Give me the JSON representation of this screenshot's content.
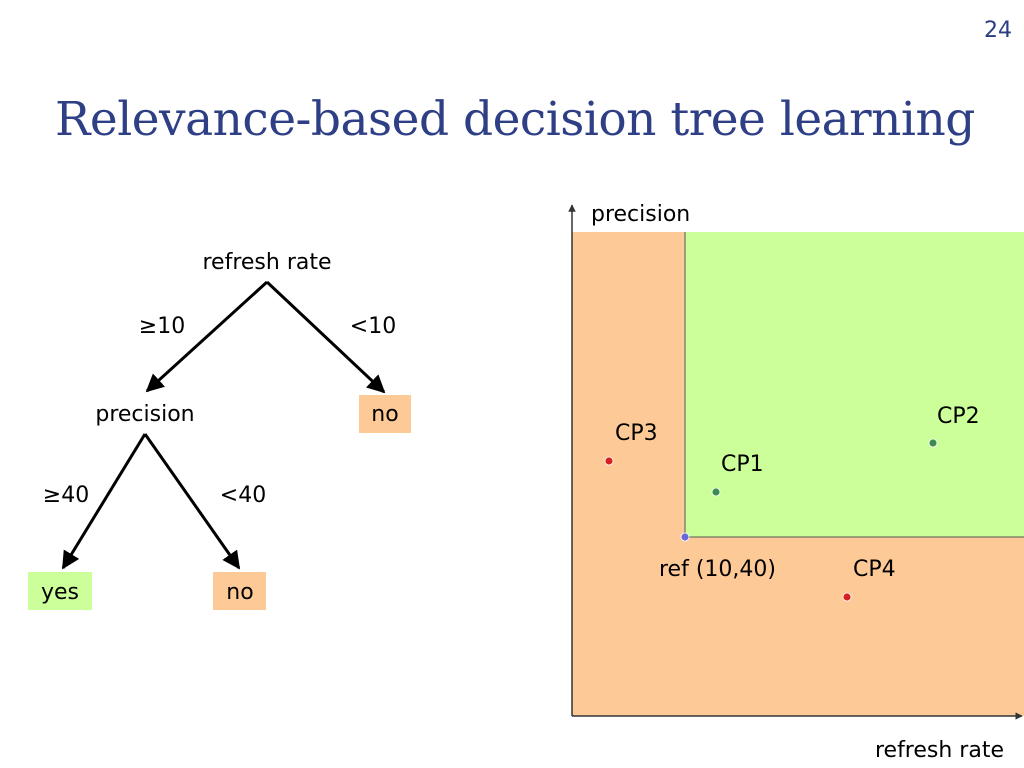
{
  "slide": {
    "number": "24",
    "title": "Relevance-based decision tree learning"
  },
  "tree": {
    "root": "refresh rate",
    "root_left_edge": "≥10",
    "root_right_edge": "<10",
    "mid_node": "precision",
    "right_leaf": "no",
    "mid_left_edge": "≥40",
    "mid_right_edge": "<40",
    "bottom_left_leaf": "yes",
    "bottom_right_leaf": "no"
  },
  "colors": {
    "yes_fill": "#ccff99",
    "no_fill": "#fdca97",
    "title": "#2e3f86",
    "red_point": "#d42020",
    "green_point": "#3c8c50",
    "ref_point": "#6a6ad8"
  },
  "chart_data": {
    "type": "scatter",
    "xlabel": "refresh rate",
    "ylabel": "precision",
    "regions": [
      {
        "label": "",
        "fill": "#fdca97"
      },
      {
        "label": "",
        "fill": "#ccff99"
      }
    ],
    "points": [
      {
        "label": "ref (10,40)",
        "color": "#6a6ad8"
      },
      {
        "label": "CP1",
        "color": "#3c8c50"
      },
      {
        "label": "CP2",
        "color": "#3c8c50"
      },
      {
        "label": "CP3",
        "color": "#d42020"
      },
      {
        "label": "CP4",
        "color": "#d42020"
      }
    ]
  }
}
